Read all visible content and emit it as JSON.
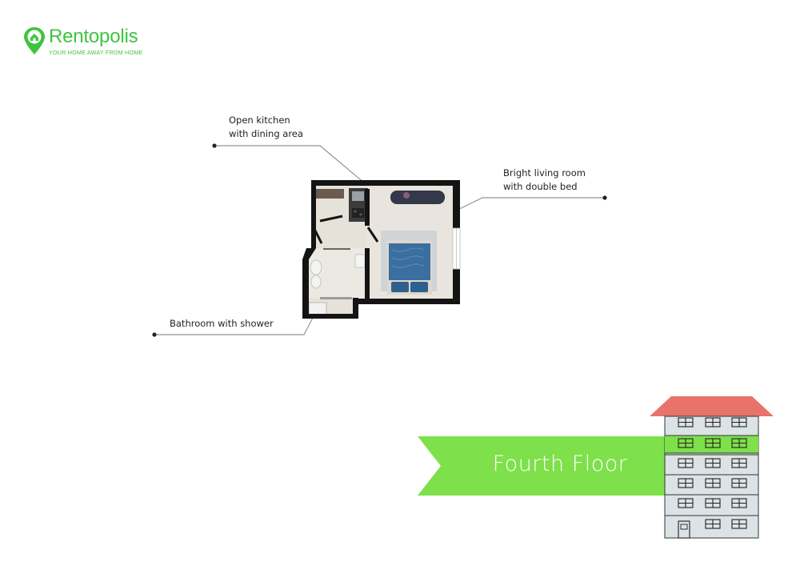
{
  "brand": {
    "name": "Rentopolis",
    "tagline": "YOUR HOME AWAY FROM HOME",
    "icon": "location-pin-house-icon",
    "color": "#3fc43f"
  },
  "floor_plan": {
    "callouts": {
      "kitchen": "Open kitchen\nwith dining area",
      "living": "Bright living room\nwith double bed",
      "bathroom": "Bathroom with shower"
    }
  },
  "floor_indicator": {
    "label": "Fourth Floor",
    "banner_color": "#7ee04a",
    "roof_color": "#e9726a",
    "building_color": "#dce3e6",
    "total_floors": 6,
    "highlighted_floor": 4
  }
}
